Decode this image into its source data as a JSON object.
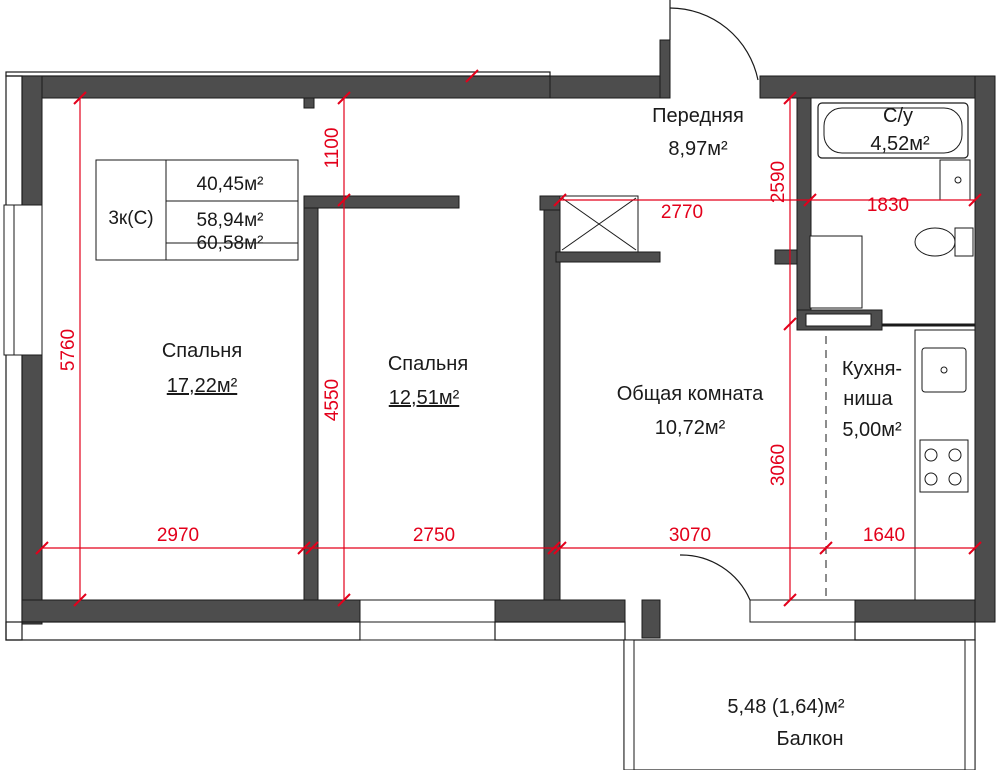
{
  "apartment": {
    "type_label": "3к(С)",
    "areas": [
      "40,45м²",
      "58,94м²",
      "60,58м²"
    ]
  },
  "rooms": {
    "bedroom1": {
      "name": "Спальня",
      "area": "17,22м²"
    },
    "bedroom2": {
      "name": "Спальня",
      "area": "12,51м²"
    },
    "hallway": {
      "name": "Передняя",
      "area": "8,97м²"
    },
    "bathroom": {
      "name": "С/у",
      "area": "4,52м²"
    },
    "living": {
      "name": "Общая комната",
      "area": "10,72м²"
    },
    "kitchen": {
      "name_line1": "Кухня-",
      "name_line2": "ниша",
      "area": "5,00м²"
    },
    "balcony": {
      "name": "Балкон",
      "area": "5,48  (1,64)м²"
    }
  },
  "dimensions": {
    "bed1_width": "2970",
    "bed2_width": "2750",
    "living_width": "3070",
    "kitchen_width": "1640",
    "hall_width": "2770",
    "bath_width": "1830",
    "left_height": "5760",
    "bed2_height": "4550",
    "closet_height": "1100",
    "hall_height": "2590",
    "living_height": "3060"
  },
  "colors": {
    "wall": "#4d4d4d",
    "dimension": "#e3001b",
    "text": "#1a1a1a"
  }
}
